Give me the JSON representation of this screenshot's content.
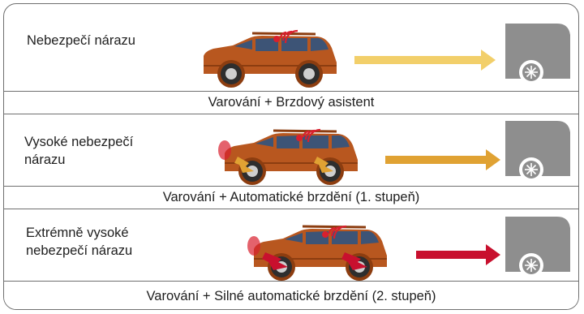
{
  "colors": {
    "car_body": "#b8571f",
    "car_dark": "#8c3d10",
    "truck": "#8e8e8e",
    "arrow_low": "#f2cf6a",
    "arrow_mid": "#e0a233",
    "arrow_high": "#c8102e",
    "radar": "#d8202e",
    "border": "#6f6f6f"
  },
  "scenes": [
    {
      "level_text": [
        "Nebezpečí nárazu"
      ],
      "action_text": "Varování + Brzdový asistent"
    },
    {
      "level_text": [
        "Vysoké nebezpečí",
        "nárazu"
      ],
      "action_text": "Varování + Automatické brzdění (1. stupeň)"
    },
    {
      "level_text": [
        "Extrémně vysoké",
        "nebezpečí nárazu"
      ],
      "action_text": "Varování + Silné automatické brzdění (2. stupeň)"
    }
  ]
}
